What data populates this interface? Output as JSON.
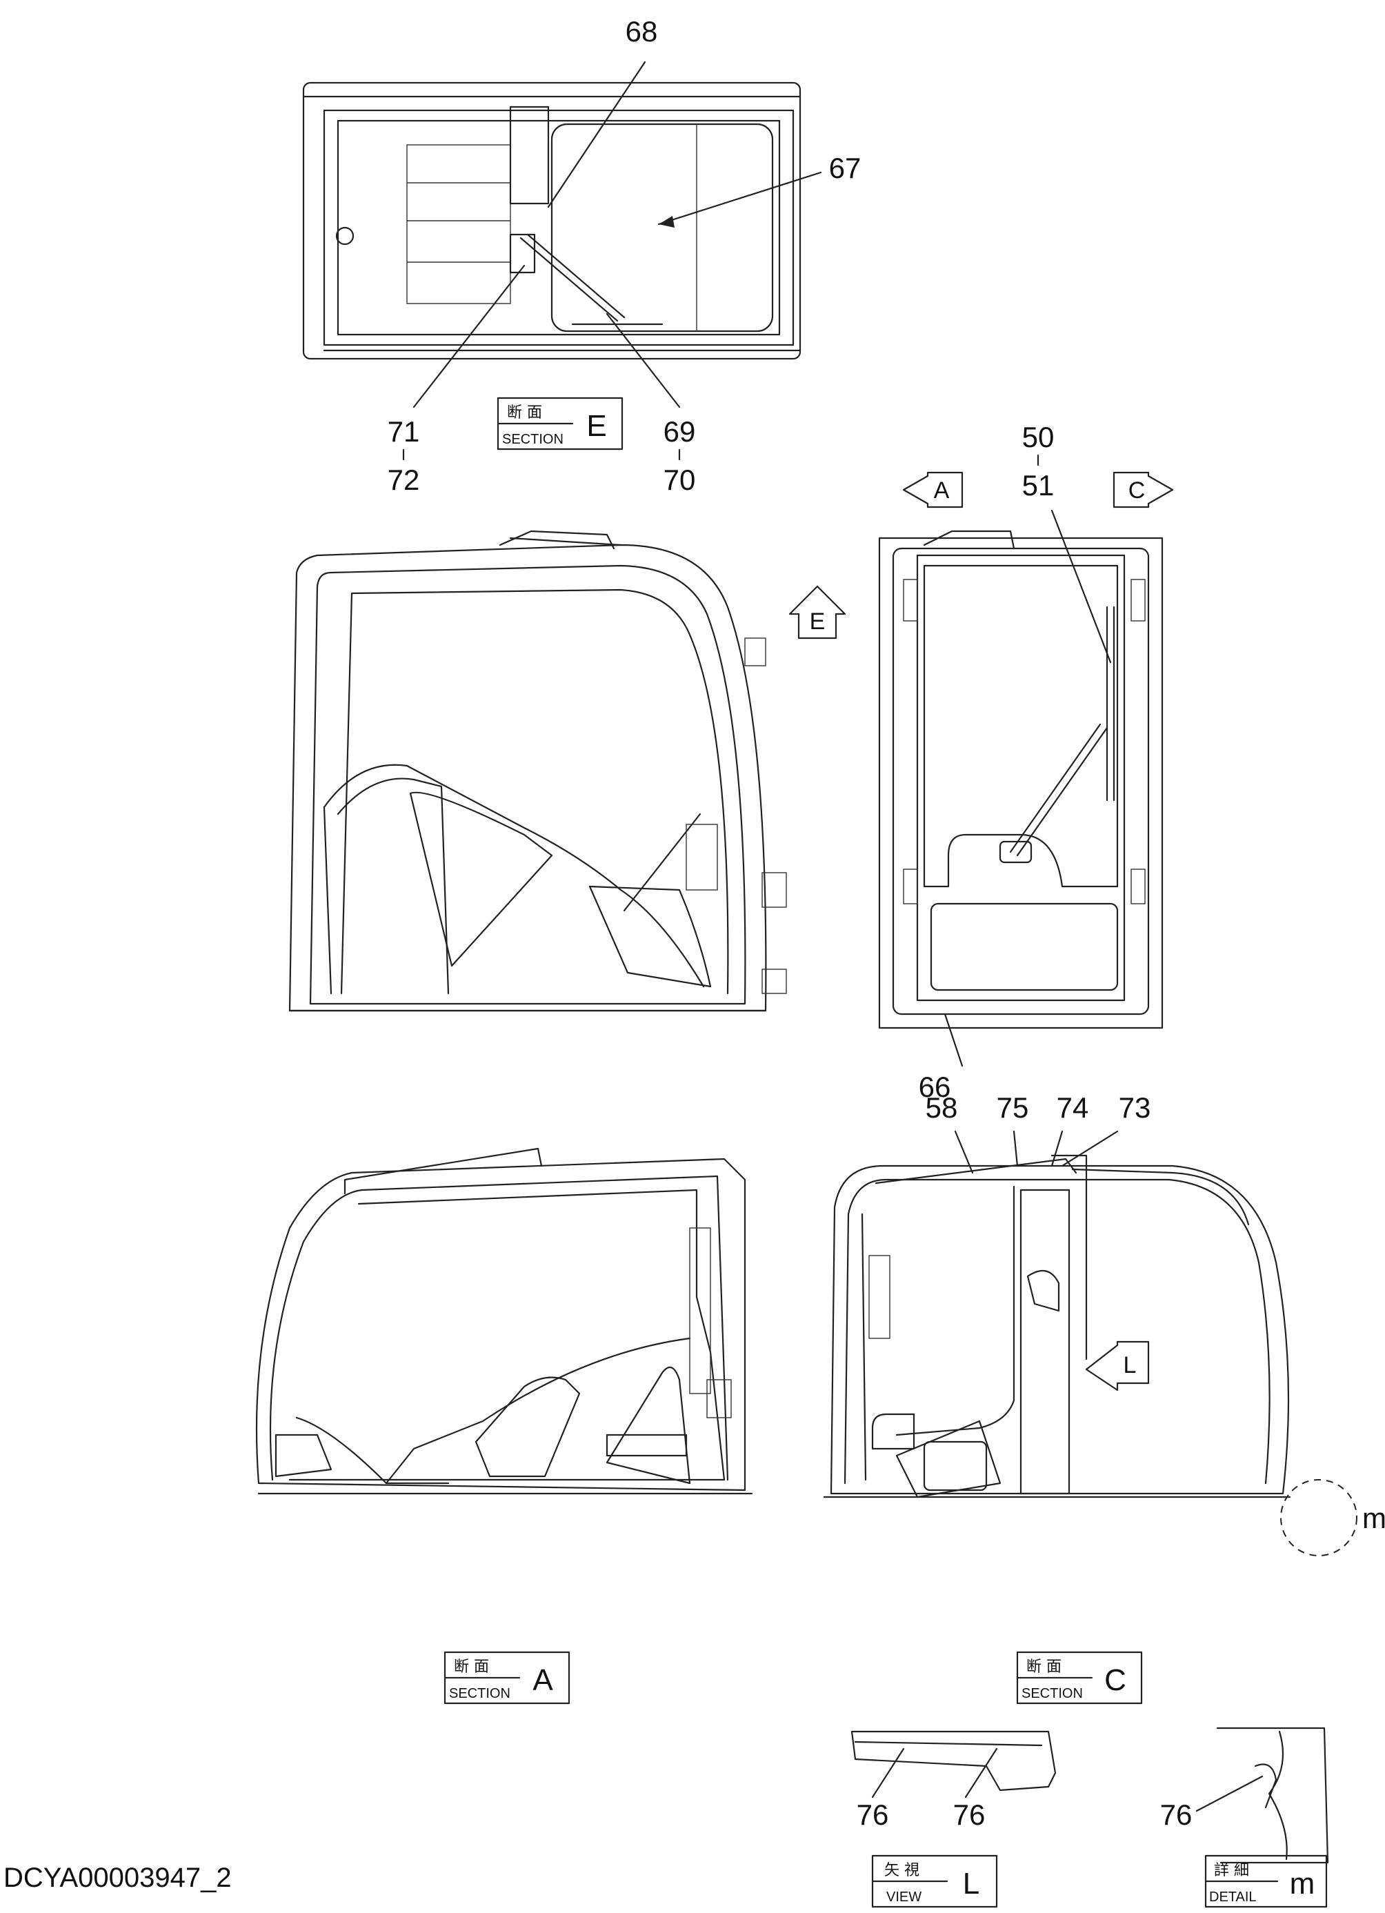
{
  "document_id": "DCYA00003947_2",
  "callouts": [
    {
      "key": "c68",
      "text": "68"
    },
    {
      "key": "c67",
      "text": "67"
    },
    {
      "key": "c71",
      "text": "71"
    },
    {
      "key": "c72",
      "text": "72"
    },
    {
      "key": "c69",
      "text": "69"
    },
    {
      "key": "c70",
      "text": "70"
    },
    {
      "key": "c50",
      "text": "50"
    },
    {
      "key": "c51",
      "text": "51"
    },
    {
      "key": "c66",
      "text": "66"
    },
    {
      "key": "c58",
      "text": "58"
    },
    {
      "key": "c75",
      "text": "75"
    },
    {
      "key": "c74",
      "text": "74"
    },
    {
      "key": "c73",
      "text": "73"
    },
    {
      "key": "c76a",
      "text": "76"
    },
    {
      "key": "c76b",
      "text": "76"
    },
    {
      "key": "c76c",
      "text": "76"
    }
  ],
  "view_arrows": [
    {
      "key": "A",
      "text": "A"
    },
    {
      "key": "C",
      "text": "C"
    },
    {
      "key": "E",
      "text": "E"
    },
    {
      "key": "L",
      "text": "L"
    }
  ],
  "detail_marker": "m",
  "view_labels": [
    {
      "key": "section_e",
      "jp": "断 面",
      "en": "SECTION",
      "letter": "E"
    },
    {
      "key": "section_a",
      "jp": "断 面",
      "en": "SECTION",
      "letter": "A"
    },
    {
      "key": "section_c",
      "jp": "断 面",
      "en": "SECTION",
      "letter": "C"
    },
    {
      "key": "view_l",
      "jp": "矢 視",
      "en": "VIEW",
      "letter": "L"
    },
    {
      "key": "detail_m",
      "jp": "詳 細",
      "en": "DETAIL",
      "letter": "m"
    }
  ]
}
